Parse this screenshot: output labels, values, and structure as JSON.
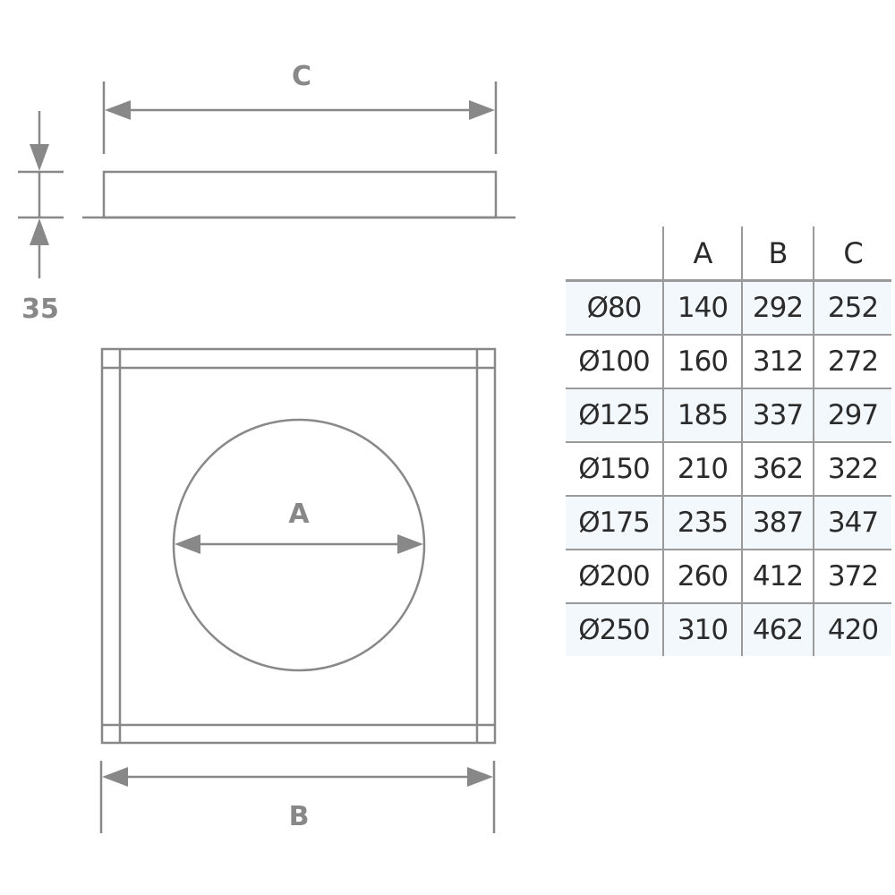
{
  "drawing": {
    "side_view": {
      "width_label": "C",
      "height_label": "35"
    },
    "top_view": {
      "circle_label": "A",
      "width_label": "B"
    },
    "line_color": "#888888"
  },
  "table": {
    "headers": [
      "",
      "A",
      "B",
      "C"
    ],
    "rows": [
      {
        "diameter": "Ø80",
        "a": "140",
        "b": "292",
        "c": "252"
      },
      {
        "diameter": "Ø100",
        "a": "160",
        "b": "312",
        "c": "272"
      },
      {
        "diameter": "Ø125",
        "a": "185",
        "b": "337",
        "c": "297"
      },
      {
        "diameter": "Ø150",
        "a": "210",
        "b": "362",
        "c": "322"
      },
      {
        "diameter": "Ø175",
        "a": "235",
        "b": "387",
        "c": "347"
      },
      {
        "diameter": "Ø200",
        "a": "260",
        "b": "412",
        "c": "372"
      },
      {
        "diameter": "Ø250",
        "a": "310",
        "b": "462",
        "c": "420"
      }
    ],
    "shade_color": "#f3f8fc",
    "border_color": "#9a9a9a"
  }
}
